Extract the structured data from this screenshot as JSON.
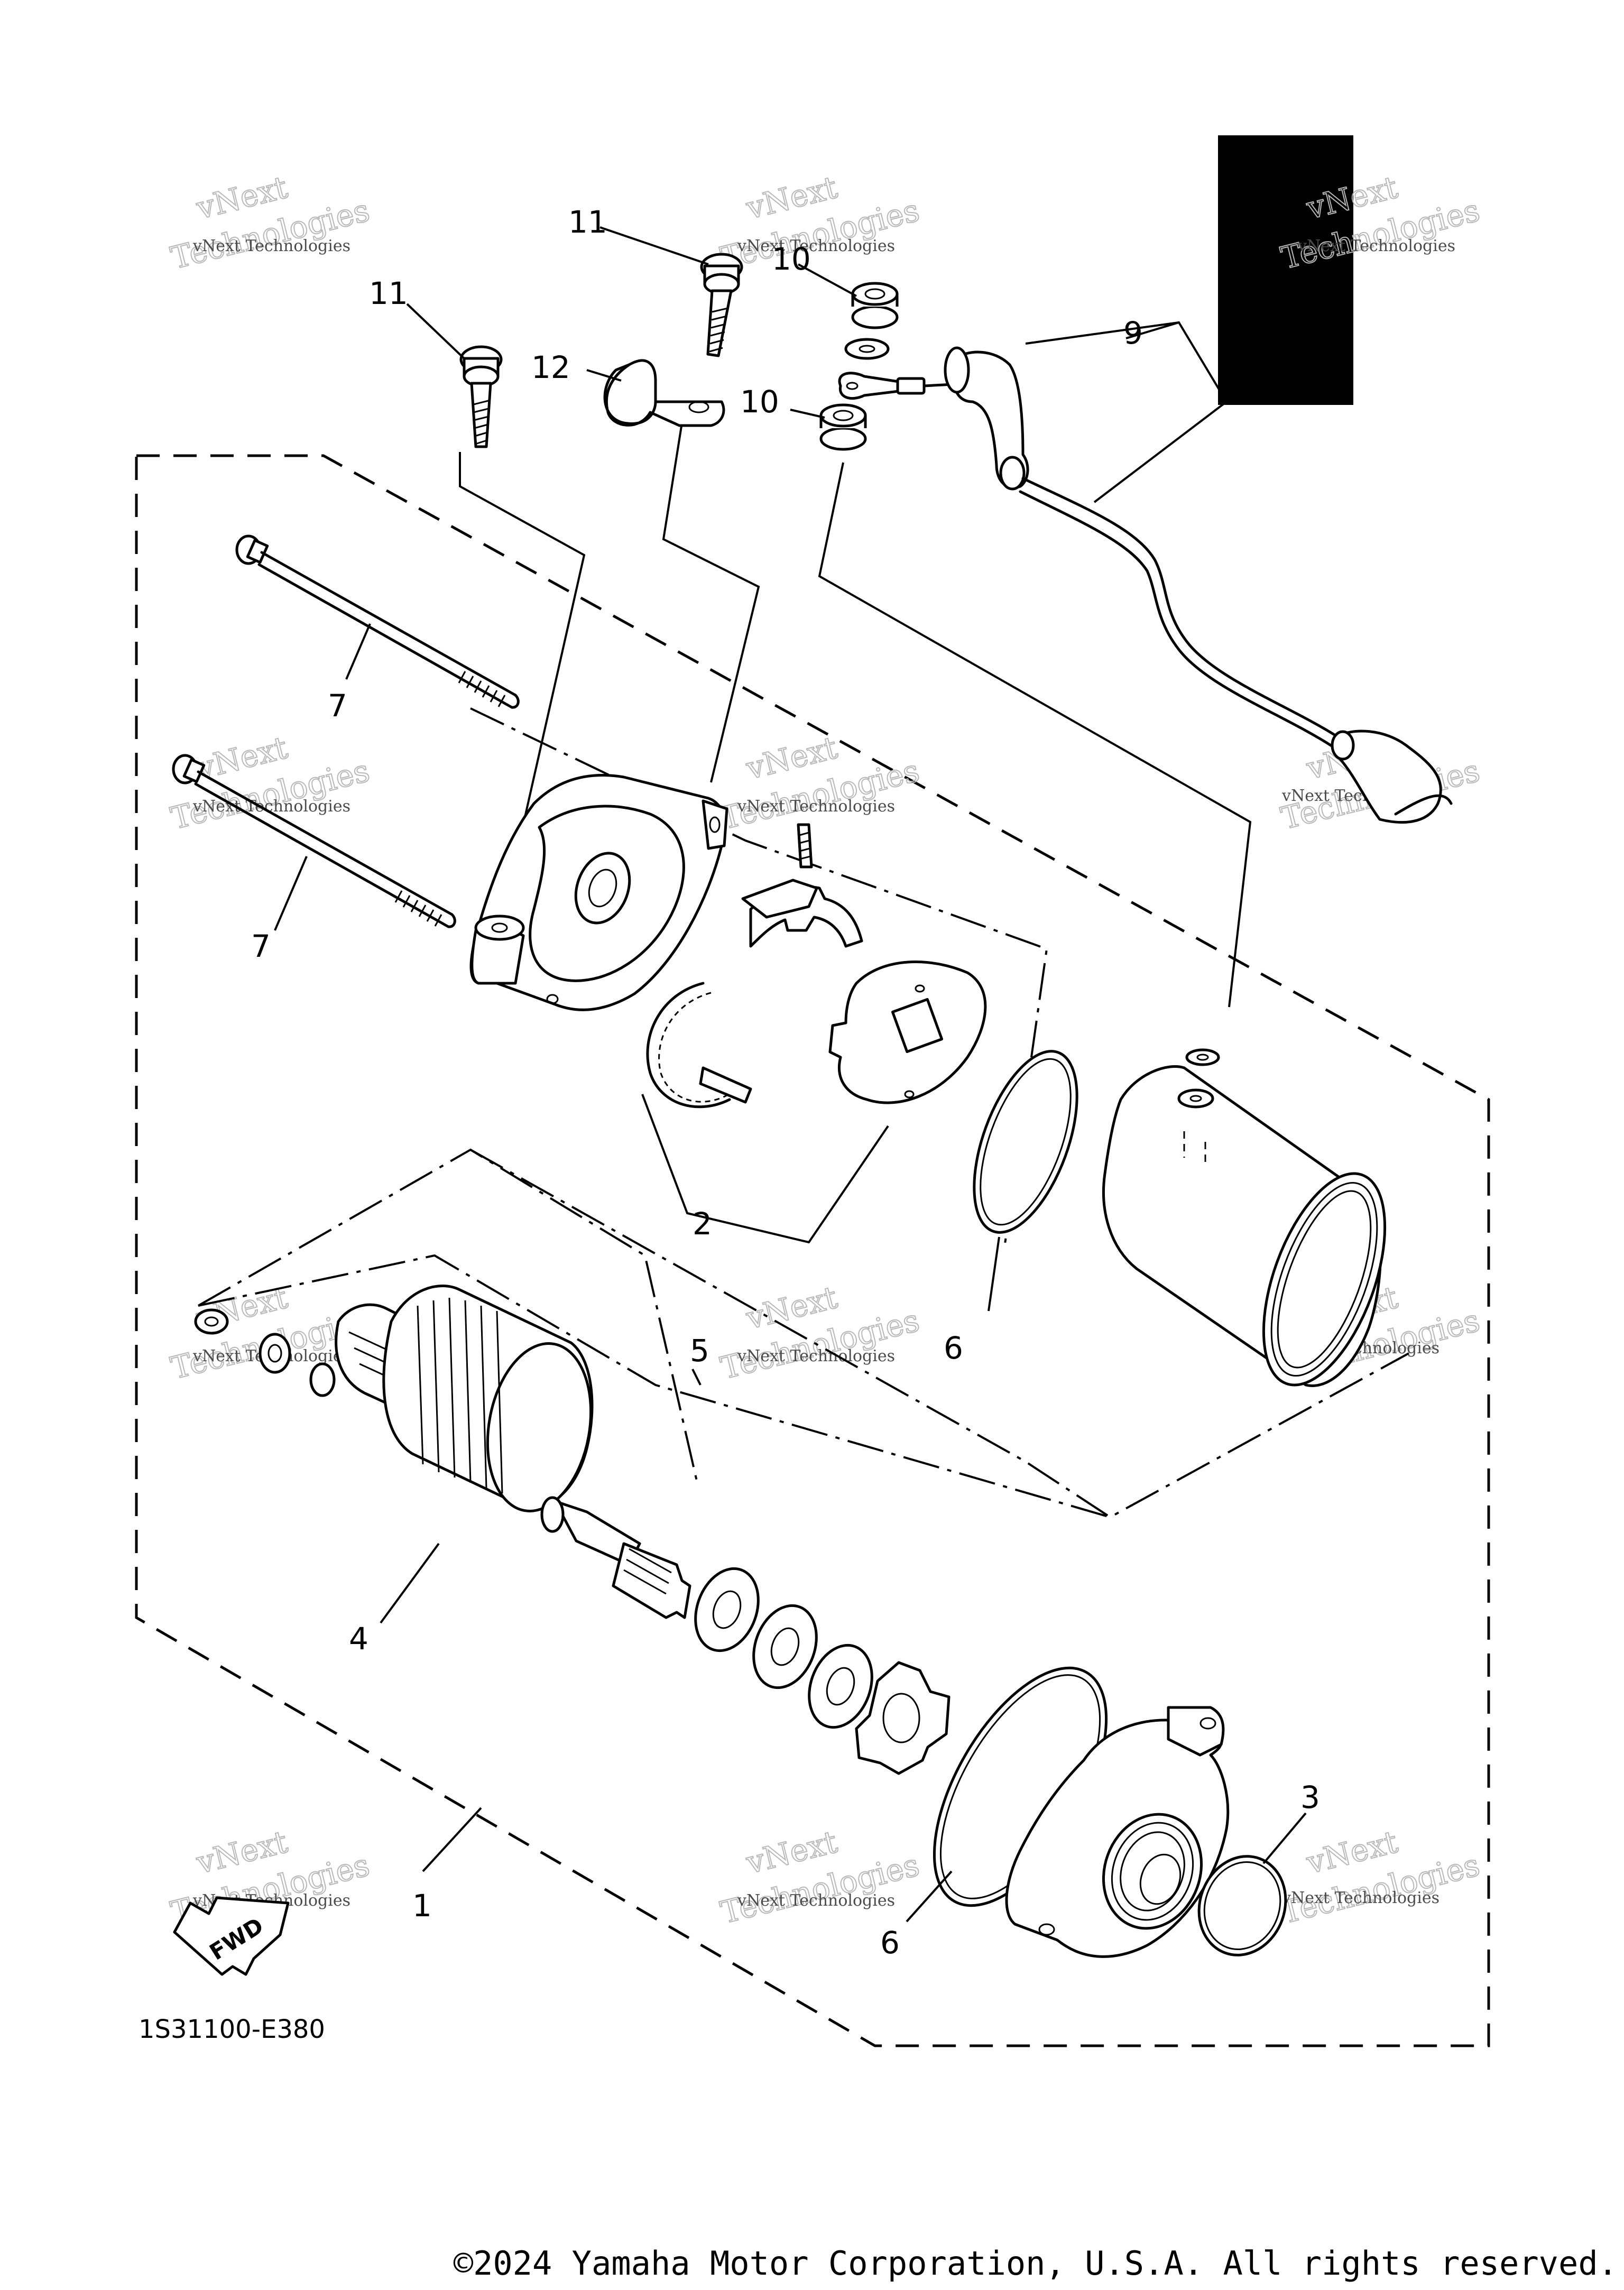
{
  "diagram": {
    "part_code": "1S31100-E380",
    "direction_label": "FWD",
    "callouts": {
      "c1": "1",
      "c2": "2",
      "c3": "3",
      "c4": "4",
      "c5": "5",
      "c6a": "6",
      "c6b": "6",
      "c7a": "7",
      "c7b": "7",
      "c9": "9",
      "c10a": "10",
      "c10b": "10",
      "c11a": "11",
      "c11b": "11",
      "c12": "12"
    }
  },
  "watermark": {
    "line1": "vNext Technologies",
    "line2": "vNext",
    "line3": "Technologies"
  },
  "copyright": "©2024 Yamaha Motor Corporation, U.S.A. All rights reserved."
}
